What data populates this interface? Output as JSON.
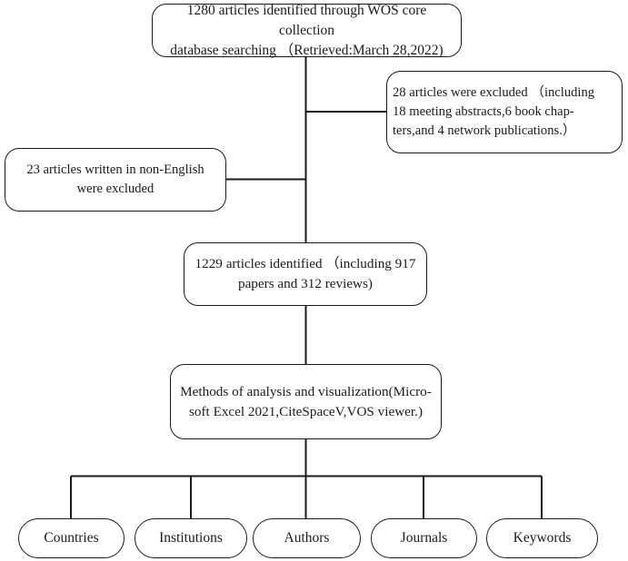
{
  "diagram": {
    "title": "Literature screening and analysis flowchart",
    "type": "flowchart",
    "background_color": "#ffffff",
    "line_color": "#1a1a1a",
    "text_color": "#1a1a1a",
    "nodes": {
      "identification": "1280 articles identified through WOS core   collection\ndatabase searching （Retrieved:March 28,2022)",
      "excluded_types": "28 articles were excluded （including\n18 meeting abstracts,6 book chap-\nters,and 4 network publications.）",
      "excluded_language": "23 articles written in non-English\nwere excluded",
      "included": "1229 articles identified （including  917\npapers and 312 reviews)",
      "methods": "Methods of analysis and visualization(Micro-\nsoft Excel 2021,CiteSpaceV,VOS viewer.)"
    },
    "leaves": [
      {
        "label": "Countries"
      },
      {
        "label": "Institutions"
      },
      {
        "label": "Authors"
      },
      {
        "label": "Journals"
      },
      {
        "label": "Keywords"
      }
    ]
  },
  "chart_data": {
    "type": "table",
    "title": "Literature screening and analysis flowchart",
    "nodes": [
      {
        "id": "identification",
        "stage": "identification",
        "text": "1280 articles identified through WOS core collection database searching （Retrieved:March 28,2022)",
        "count": 1280
      },
      {
        "id": "excluded_types",
        "stage": "exclusion",
        "text": "28 articles were excluded （including 18 meeting abstracts,6 book chapters,and 4 network publications.）",
        "count": 28
      },
      {
        "id": "excluded_language",
        "stage": "exclusion",
        "text": "23 articles written in non-English were excluded",
        "count": 23
      },
      {
        "id": "included",
        "stage": "included",
        "text": "1229 articles identified （including 917 papers and 312 reviews)",
        "count": 1229
      },
      {
        "id": "methods",
        "stage": "analysis",
        "text": "Methods of analysis and visualization(Microsoft Excel 2021,CiteSpaceV,VOS viewer.)"
      },
      {
        "id": "countries",
        "stage": "output",
        "text": "Countries"
      },
      {
        "id": "institutions",
        "stage": "output",
        "text": "Institutions"
      },
      {
        "id": "authors",
        "stage": "output",
        "text": "Authors"
      },
      {
        "id": "journals",
        "stage": "output",
        "text": "Journals"
      },
      {
        "id": "keywords",
        "stage": "output",
        "text": "Keywords"
      }
    ],
    "edges": [
      {
        "from": "identification",
        "to": "excluded_types"
      },
      {
        "from": "identification",
        "to": "excluded_language"
      },
      {
        "from": "identification",
        "to": "included"
      },
      {
        "from": "included",
        "to": "methods"
      },
      {
        "from": "methods",
        "to": "countries"
      },
      {
        "from": "methods",
        "to": "institutions"
      },
      {
        "from": "methods",
        "to": "authors"
      },
      {
        "from": "methods",
        "to": "journals"
      },
      {
        "from": "methods",
        "to": "keywords"
      }
    ]
  }
}
